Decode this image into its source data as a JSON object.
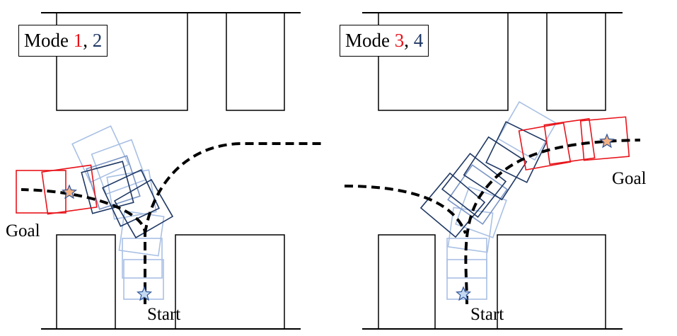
{
  "panels": [
    {
      "legend": {
        "prefix": "Mode ",
        "red_mode": "1",
        "sep": ", ",
        "blue_mode": "2"
      },
      "goal_label": "Goal",
      "start_label": "Start"
    },
    {
      "legend": {
        "prefix": "Mode ",
        "red_mode": "3",
        "sep": ", ",
        "blue_mode": "4"
      },
      "goal_label": "Goal",
      "start_label": "Start"
    }
  ],
  "colors": {
    "red": "#e8141b",
    "blue_dark": "#1f3864",
    "blue_light": "#a9c0e4",
    "blue_mid": "#4a6aa5",
    "star_goal": "#f4b183",
    "star_start": "#c5d9f1",
    "path": "#000000"
  }
}
